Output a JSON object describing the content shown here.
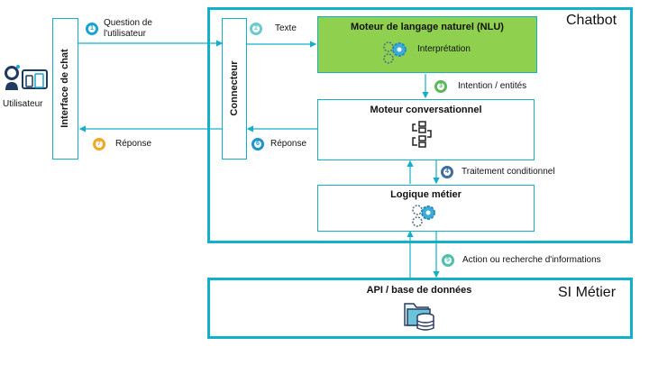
{
  "diagram": {
    "colors": {
      "frame": "#12b0c9",
      "nlu_fill": "#8fd14f",
      "badge_1": "#1aa3d4",
      "badge_2": "#6cc9cf",
      "badge_3": "#5cb85c",
      "badge_4": "#3e6e9e",
      "badge_5": "#4fbfae",
      "badge_6": "#1996d1",
      "badge_7": "#f5a623"
    },
    "actor": {
      "label": "Utilisateur",
      "icon": "user-devices-icon"
    },
    "chat_interface": {
      "label": "Interface de chat"
    },
    "connector": {
      "label": "Connecteur"
    },
    "chatbot_group": {
      "label": "Chatbot"
    },
    "si_group": {
      "label": "SI Métier"
    },
    "nodes": {
      "nlu": {
        "title": "Moteur de langage naturel (NLU)",
        "subtitle": "Interprétation",
        "icon": "gears-icon"
      },
      "conversational": {
        "title": "Moteur conversationnel",
        "icon": "flow-icon"
      },
      "business_logic": {
        "title": "Logique métier",
        "icon": "gears-icon"
      },
      "api": {
        "title": "API / base de données",
        "icon": "folder-database-icon"
      }
    },
    "steps": [
      {
        "num": "1",
        "label_line1": "Question de",
        "label_line2": "l'utilisateur"
      },
      {
        "num": "2",
        "label": "Texte"
      },
      {
        "num": "3",
        "label": "Intention / entités"
      },
      {
        "num": "4",
        "label": "Traitement conditionnel"
      },
      {
        "num": "5",
        "label": "Action ou recherche d'informations"
      },
      {
        "num": "6",
        "label": "Réponse"
      },
      {
        "num": "7",
        "label": "Réponse"
      }
    ]
  }
}
